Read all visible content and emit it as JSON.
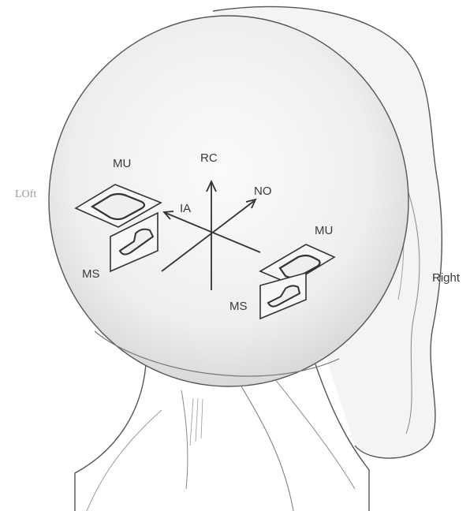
{
  "labels": {
    "side_left": "LOft",
    "side_right": "Right",
    "axis_up": "RC",
    "axis_upper_right": "NO",
    "axis_left": "IA",
    "left_upper_plane": "MU",
    "left_lower_plane": "MS",
    "right_upper_plane": "MU",
    "right_lower_plane": "MS"
  },
  "colors": {
    "ink": "#3a3a3a",
    "head_fill": "#eeeeee",
    "muted_label": "#9a9a9a"
  }
}
